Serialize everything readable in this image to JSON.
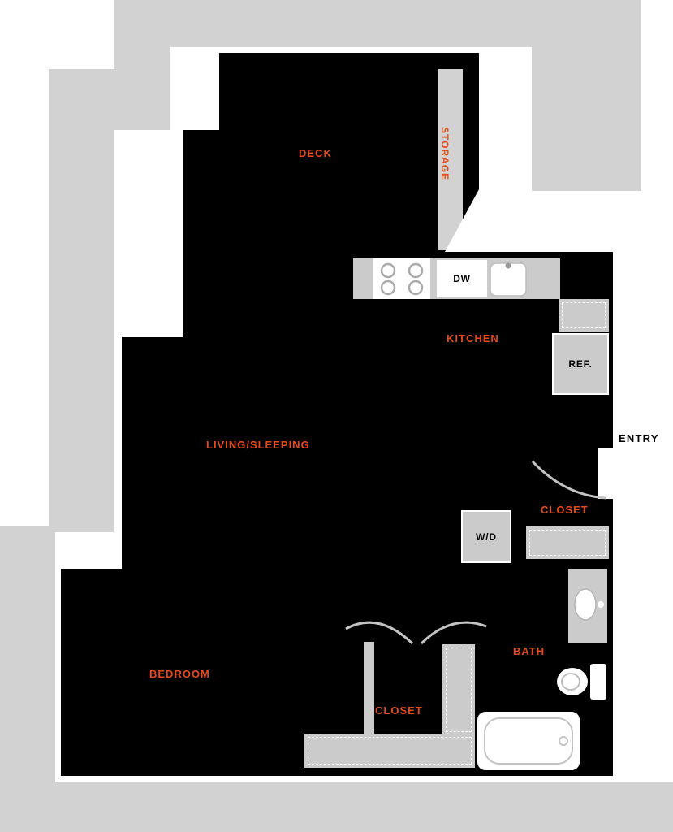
{
  "colors": {
    "accent_orange": "#E54A17",
    "building_mass_gray": "#D2D2D2",
    "fixture_gray": "#CBCBCB",
    "wall_fill_black": "#000000",
    "arc_gray": "#C4C4C4"
  },
  "labels": {
    "deck": "DECK",
    "storage": "STORAGE",
    "kitchen": "KITCHEN",
    "living_sleeping": "LIVING/SLEEPING",
    "bedroom": "BEDROOM",
    "bath": "BATH",
    "closet_entry": "CLOSET",
    "closet_bedroom": "CLOSET",
    "entry": "ENTRY"
  },
  "fixtures": {
    "dishwasher": "DW",
    "refrigerator": "REF.",
    "washer_dryer": "W/D"
  }
}
